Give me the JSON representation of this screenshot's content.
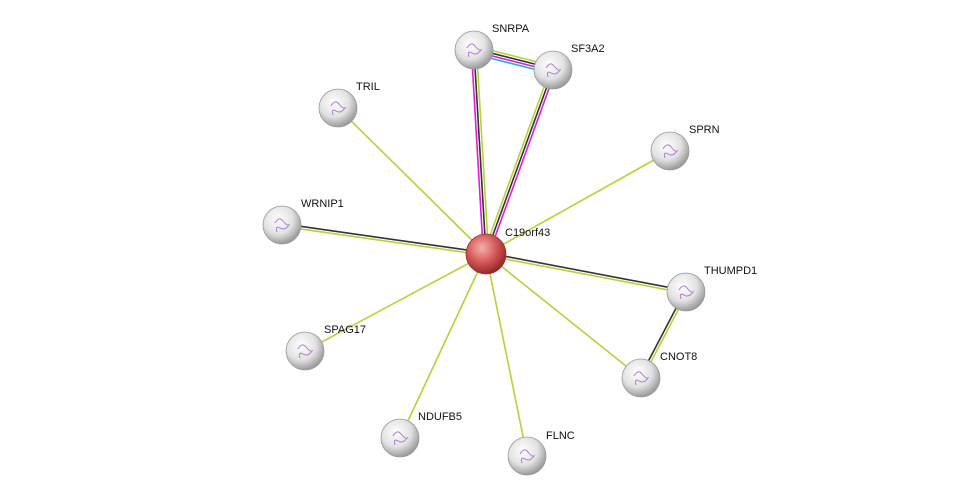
{
  "network": {
    "center": "C19orf43",
    "nodes": [
      {
        "id": "C19orf43",
        "query": true
      },
      {
        "id": "SNRPA"
      },
      {
        "id": "SF3A2"
      },
      {
        "id": "TRIL"
      },
      {
        "id": "SPRN"
      },
      {
        "id": "WRNIP1"
      },
      {
        "id": "THUMPD1"
      },
      {
        "id": "SPAG17"
      },
      {
        "id": "CNOT8"
      },
      {
        "id": "NDUFB5"
      },
      {
        "id": "FLNC"
      }
    ],
    "edges": [
      {
        "a": "C19orf43",
        "b": "SNRPA",
        "evidence": [
          "magenta",
          "black",
          "textmining"
        ]
      },
      {
        "a": "C19orf43",
        "b": "SF3A2",
        "evidence": [
          "textmining",
          "black",
          "magenta"
        ]
      },
      {
        "a": "SNRPA",
        "b": "SF3A2",
        "evidence": [
          "textmining",
          "black",
          "magenta",
          "cyan"
        ]
      },
      {
        "a": "C19orf43",
        "b": "TRIL",
        "evidence": [
          "textmining"
        ]
      },
      {
        "a": "C19orf43",
        "b": "SPRN",
        "evidence": [
          "textmining"
        ]
      },
      {
        "a": "C19orf43",
        "b": "WRNIP1",
        "evidence": [
          "textmining",
          "black"
        ]
      },
      {
        "a": "C19orf43",
        "b": "THUMPD1",
        "evidence": [
          "black",
          "textmining"
        ]
      },
      {
        "a": "C19orf43",
        "b": "SPAG17",
        "evidence": [
          "textmining"
        ]
      },
      {
        "a": "C19orf43",
        "b": "CNOT8",
        "evidence": [
          "textmining"
        ]
      },
      {
        "a": "C19orf43",
        "b": "NDUFB5",
        "evidence": [
          "textmining"
        ]
      },
      {
        "a": "C19orf43",
        "b": "FLNC",
        "evidence": [
          "textmining"
        ]
      },
      {
        "a": "THUMPD1",
        "b": "CNOT8",
        "evidence": [
          "textmining",
          "black"
        ]
      }
    ],
    "colors": {
      "textmining": "#b5d334",
      "black": "#333333",
      "magenta": "#e31ad6",
      "cyan": "#1fb4dc",
      "query": "#d94a4a",
      "node": "#e6e6e6"
    }
  }
}
